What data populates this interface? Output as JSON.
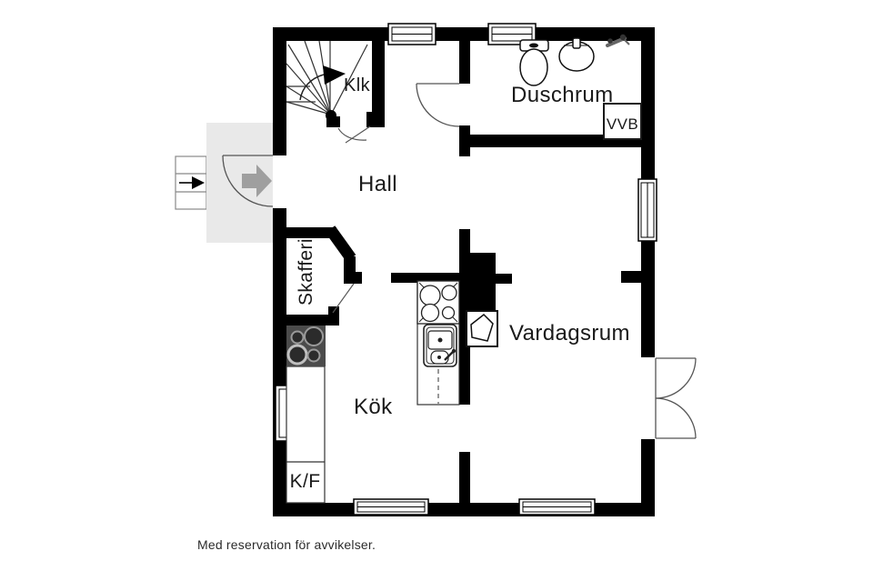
{
  "floorplan": {
    "labels": {
      "klk": "Klk",
      "hall": "Hall",
      "duschrum": "Duschrum",
      "skafferi": "Skafferi",
      "kok": "Kök",
      "vardagsrum": "Vardagsrum",
      "vvb": "VVB",
      "kf": "K/F"
    },
    "footer": "Med reservation för avvikelser.",
    "colors": {
      "wall": "#000000",
      "porch_fill": "#e9e9e9",
      "entry_arrow": "#9f9f9f",
      "stove_fill": "#4b4b4b",
      "text": "#1a1a1a"
    }
  }
}
